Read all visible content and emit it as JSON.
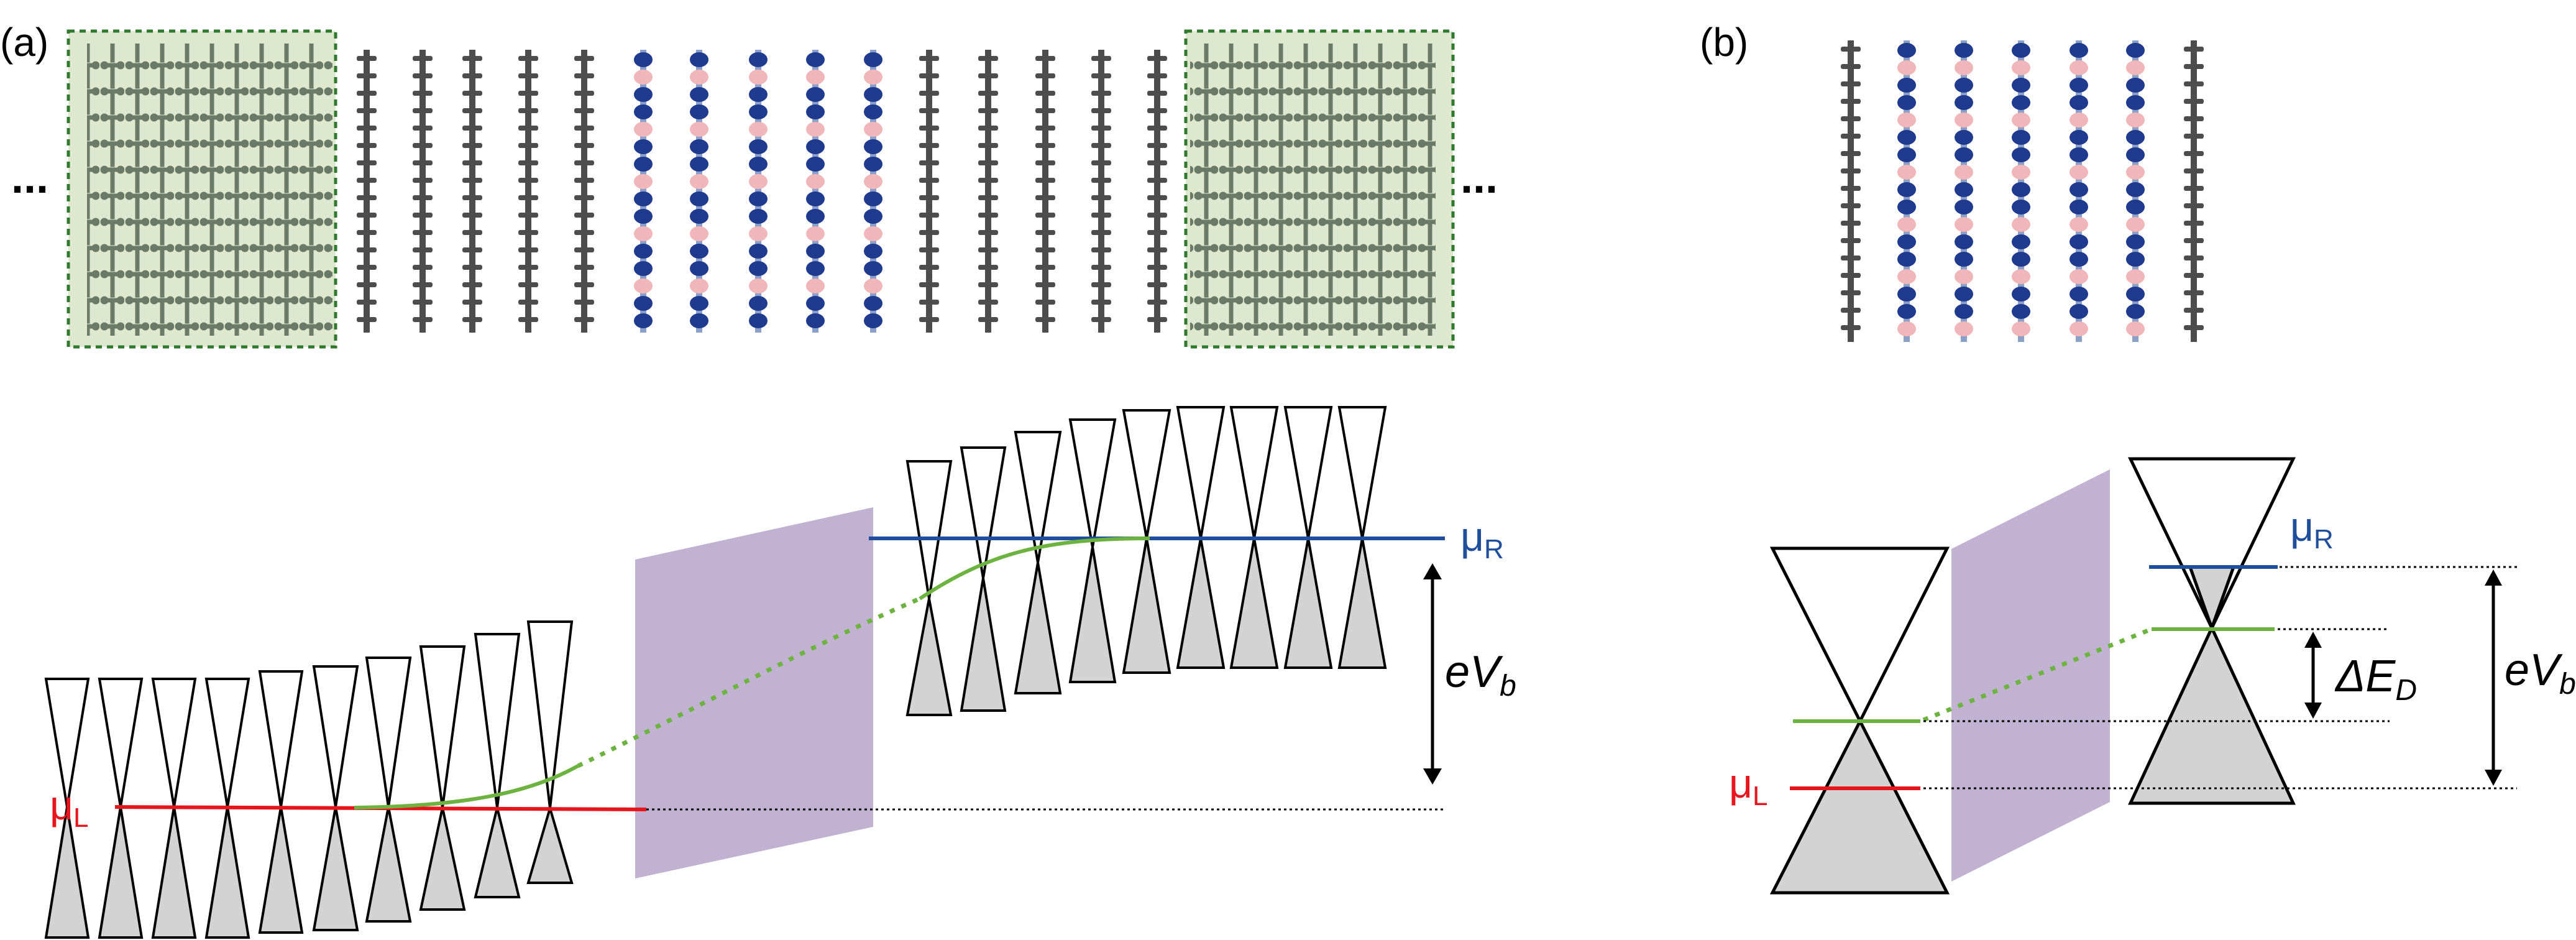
{
  "panels": {
    "a": {
      "label": "(a)",
      "ellipsis_left": "...",
      "ellipsis_right": "...",
      "mu_left": "μ",
      "mu_left_sub": "L",
      "mu_right": "μ",
      "mu_right_sub": "R",
      "bias_e": "eV",
      "bias_sub": "b"
    },
    "b": {
      "label": "(b)",
      "mu_left": "μ",
      "mu_left_sub": "L",
      "mu_right": "μ",
      "mu_right_sub": "R",
      "delta": "ΔE",
      "delta_sub": "D",
      "bias_e": "eV",
      "bias_sub": "b"
    }
  },
  "colors": {
    "mu_left_line": "#e8161c",
    "mu_right_line": "#1f4e9c",
    "dirac_point_line": "#6db33f",
    "barrier": "#c1b2d2",
    "lead_box_fill": "#dde8cf",
    "lead_box_border": "#2f7a2f",
    "atom_dark": "#4d4d4d",
    "atom_blue": "#1f3a8f",
    "atom_pink": "#f0b6b9",
    "cone_fill": "#d3d3d3"
  }
}
